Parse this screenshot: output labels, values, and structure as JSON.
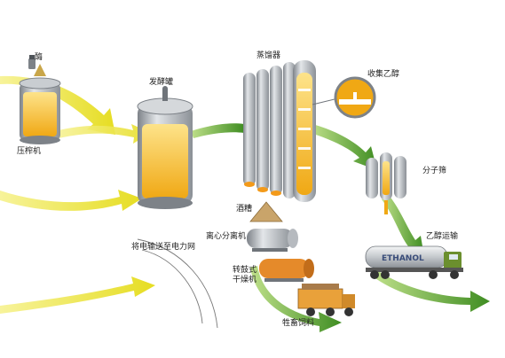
{
  "labels": {
    "enzyme": "酶",
    "press": "压榨机",
    "fermenter": "发酵罐",
    "distiller": "蒸馏器",
    "collect_ethanol": "收集乙醇",
    "molecular_sieve": "分子筛",
    "distillers_grains": "酒糟",
    "centrifuge": "离心分离机",
    "dryer": "转鼓式\n干燥机",
    "ethanol_transport": "乙醇运输",
    "livestock_feed": "牲畜饲料",
    "power_to_grid": "将电输送至电力网"
  },
  "truck": {
    "tank_text": "ETHANOL"
  },
  "colors": {
    "yellow_arrow": "#e8e236",
    "green_arrow": "#4f9a2a",
    "steel": "#a9adb2",
    "steel_dark": "#6f747a",
    "liquid": "#f2b21c",
    "truck_green": "#6b8f2e",
    "dump_truck": "#e9a13a"
  }
}
